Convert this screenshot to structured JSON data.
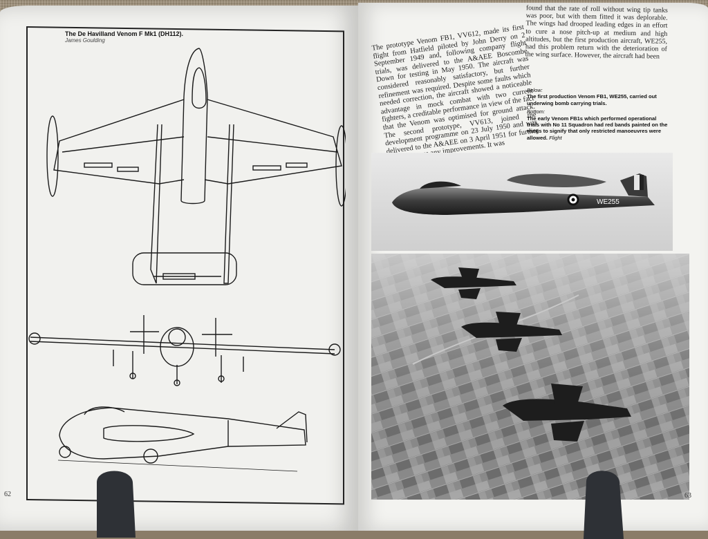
{
  "left_page": {
    "title": "The De Havilland Venom F Mk1 (DH112).",
    "credit": "James Goulding",
    "page_number": "62"
  },
  "right_page": {
    "page_number": "63",
    "column1": "The prototype Venom FB1, VV612, made its first flight from Hatfield piloted by John Derry on 2 September 1949 and, following company flight trials, was delivered to the A&AEE Boscombe Down for testing in May 1950. The aircraft was considered reasonably satisfactory, but further refinement was required. Despite some faults which needed correction, the aircraft showed a noticeable advantage in mock combat with two current fighters, a creditable performance in view of the fact that the Venom was optimised for ground attack. The second prototype, VV613, joined the development programme on 23 July 1950 and was delivered to the A&AEE on 3 April 1951 for further trials to assess any improvements. It was",
    "column2": "found that the rate of roll without wing tip tanks was poor, but with them fitted it was deplorable. The wings had drooped leading edges in an effort to cure a nose pitch-up at medium and high altitudes, but the first production aircraft, WE255, had this problem return with the deterioration of the wing surface. However, the aircraft had been",
    "caption_below_label": "Below:",
    "caption_below_text": "The first production Venom FB1, WE255, carried out underwing bomb carrying trials.",
    "caption_bottom_label": "Bottom:",
    "caption_bottom_text": "The early Venom FB1s which performed operational trials with No 11 Squadron had red bands painted on the wings to signify that only restricted manoeuvres were allowed.",
    "caption_bottom_credit": "Flight",
    "aircraft_serial": "WE255"
  }
}
